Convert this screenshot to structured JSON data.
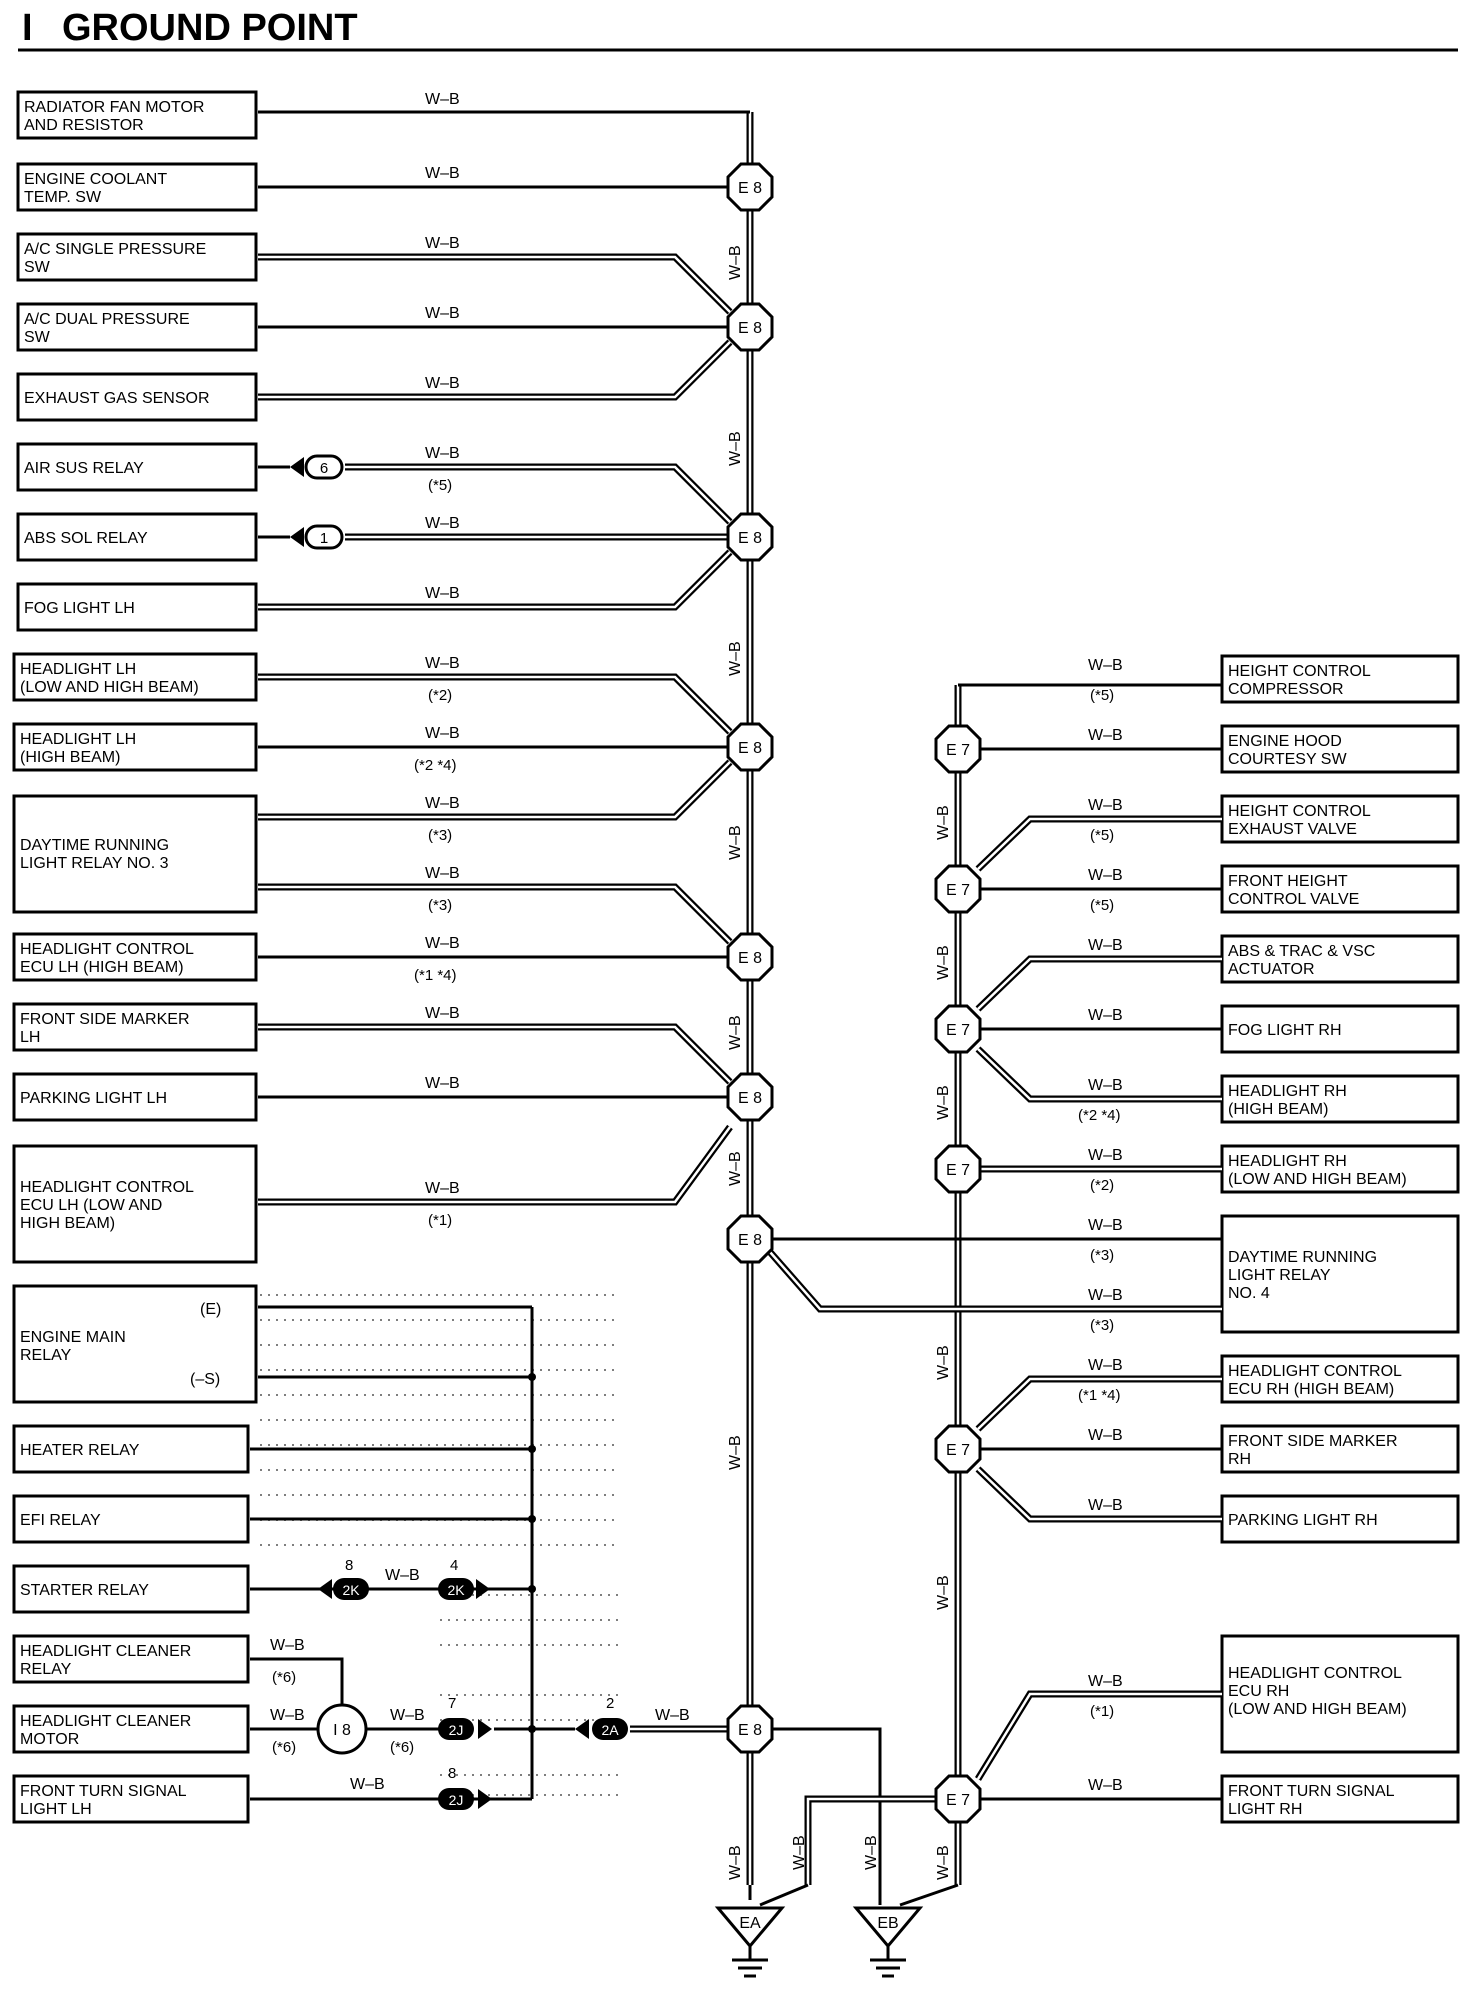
{
  "section": {
    "letter": "I",
    "title": "GROUND POINT"
  },
  "wire_color": "W–B",
  "left_components": [
    {
      "id": "radiator-fan-motor-and-resistor",
      "lines": [
        "RADIATOR FAN MOTOR",
        "AND RESISTOR"
      ]
    },
    {
      "id": "engine-coolant-temp-sw",
      "lines": [
        "ENGINE COOLANT",
        "TEMP.  SW"
      ]
    },
    {
      "id": "ac-single-pressure-sw",
      "lines": [
        "A/C SINGLE PRESSURE",
        "SW"
      ]
    },
    {
      "id": "ac-dual-pressure-sw",
      "lines": [
        "A/C DUAL PRESSURE",
        "SW"
      ]
    },
    {
      "id": "exhaust-gas-sensor",
      "lines": [
        "EXHAUST GAS SENSOR"
      ]
    },
    {
      "id": "air-sus-relay",
      "lines": [
        "AIR SUS RELAY"
      ]
    },
    {
      "id": "abs-sol-relay",
      "lines": [
        "ABS SOL RELAY"
      ]
    },
    {
      "id": "fog-light-lh",
      "lines": [
        "FOG LIGHT LH"
      ]
    },
    {
      "id": "headlight-lh-low-and-high-beam",
      "lines": [
        "HEADLIGHT LH",
        "(LOW AND HIGH BEAM)"
      ]
    },
    {
      "id": "headlight-lh-high-beam",
      "lines": [
        "HEADLIGHT LH",
        "(HIGH BEAM)"
      ]
    },
    {
      "id": "daytime-running-light-relay-no-3",
      "lines": [
        "DAYTIME RUNNING",
        "LIGHT RELAY NO. 3"
      ]
    },
    {
      "id": "headlight-control-ecu-lh-high-beam",
      "lines": [
        "HEADLIGHT CONTROL",
        "ECU LH (HIGH BEAM)"
      ]
    },
    {
      "id": "front-side-marker-lh",
      "lines": [
        "FRONT SIDE MARKER",
        "LH"
      ]
    },
    {
      "id": "parking-light-lh",
      "lines": [
        "PARKING LIGHT LH"
      ]
    },
    {
      "id": "headlight-control-ecu-lh-low-and-high-beam",
      "lines": [
        "HEADLIGHT CONTROL",
        "ECU LH (LOW AND",
        "HIGH BEAM)"
      ]
    },
    {
      "id": "engine-main-relay",
      "lines": [
        "ENGINE MAIN",
        "RELAY"
      ],
      "pins": [
        "(E)",
        "(–S)"
      ]
    },
    {
      "id": "heater-relay",
      "lines": [
        "HEATER RELAY"
      ]
    },
    {
      "id": "efi-relay",
      "lines": [
        "EFI RELAY"
      ]
    },
    {
      "id": "starter-relay",
      "lines": [
        "STARTER RELAY"
      ]
    },
    {
      "id": "headlight-cleaner-relay",
      "lines": [
        "HEADLIGHT CLEANER",
        "RELAY"
      ]
    },
    {
      "id": "headlight-cleaner-motor",
      "lines": [
        "HEADLIGHT CLEANER",
        "MOTOR"
      ]
    },
    {
      "id": "front-turn-signal-light-lh",
      "lines": [
        "FRONT TURN SIGNAL",
        "LIGHT LH"
      ]
    }
  ],
  "right_components": [
    {
      "id": "height-control-compressor",
      "lines": [
        "HEIGHT CONTROL",
        "COMPRESSOR"
      ]
    },
    {
      "id": "engine-hood-courtesy-sw",
      "lines": [
        "ENGINE  HOOD",
        "COURTESY SW"
      ]
    },
    {
      "id": "height-control-exhaust-valve",
      "lines": [
        "HEIGHT CONTROL",
        "EXHAUST VALVE"
      ]
    },
    {
      "id": "front-height-control-valve",
      "lines": [
        "FRONT HEIGHT",
        "CONTROL VALVE"
      ]
    },
    {
      "id": "abs-trac-vsc-actuator",
      "lines": [
        "ABS & TRAC & VSC",
        "ACTUATOR"
      ]
    },
    {
      "id": "fog-light-rh",
      "lines": [
        "FOG LIGHT RH"
      ]
    },
    {
      "id": "headlight-rh-high-beam",
      "lines": [
        "HEADLIGHT RH",
        "(HIGH BEAM)"
      ]
    },
    {
      "id": "headlight-rh-low-and-high-beam",
      "lines": [
        "HEADLIGHT RH",
        "(LOW AND HIGH BEAM)"
      ]
    },
    {
      "id": "daytime-running-light-relay-no-4",
      "lines": [
        "DAYTIME RUNNING",
        "LIGHT RELAY",
        "NO. 4"
      ]
    },
    {
      "id": "headlight-control-ecu-rh-high-beam",
      "lines": [
        "HEADLIGHT CONTROL",
        "ECU RH (HIGH BEAM)"
      ]
    },
    {
      "id": "front-side-marker-rh",
      "lines": [
        "FRONT SIDE MARKER",
        "RH"
      ]
    },
    {
      "id": "parking-light-rh",
      "lines": [
        "PARKING LIGHT RH"
      ]
    },
    {
      "id": "headlight-control-ecu-rh-low-and-high-beam",
      "lines": [
        "HEADLIGHT CONTROL",
        "ECU RH",
        "(LOW AND HIGH BEAM)"
      ]
    },
    {
      "id": "front-turn-signal-light-rh",
      "lines": [
        "FRONT TURN SIGNAL",
        "LIGHT RH"
      ]
    }
  ],
  "wire_notes": [
    "(*5)",
    "(*2)",
    "(*2 *4)",
    "(*3)",
    "(*1 *4)",
    "(*1)",
    "(*6)"
  ],
  "splices": [
    "E 8",
    "E 7"
  ],
  "connectors": [
    "6",
    "1",
    "2K",
    "2J",
    "2A",
    "I 8"
  ],
  "pin_numbers": [
    "8",
    "4",
    "7",
    "2",
    "8"
  ],
  "grounds": [
    "EA",
    "EB"
  ]
}
